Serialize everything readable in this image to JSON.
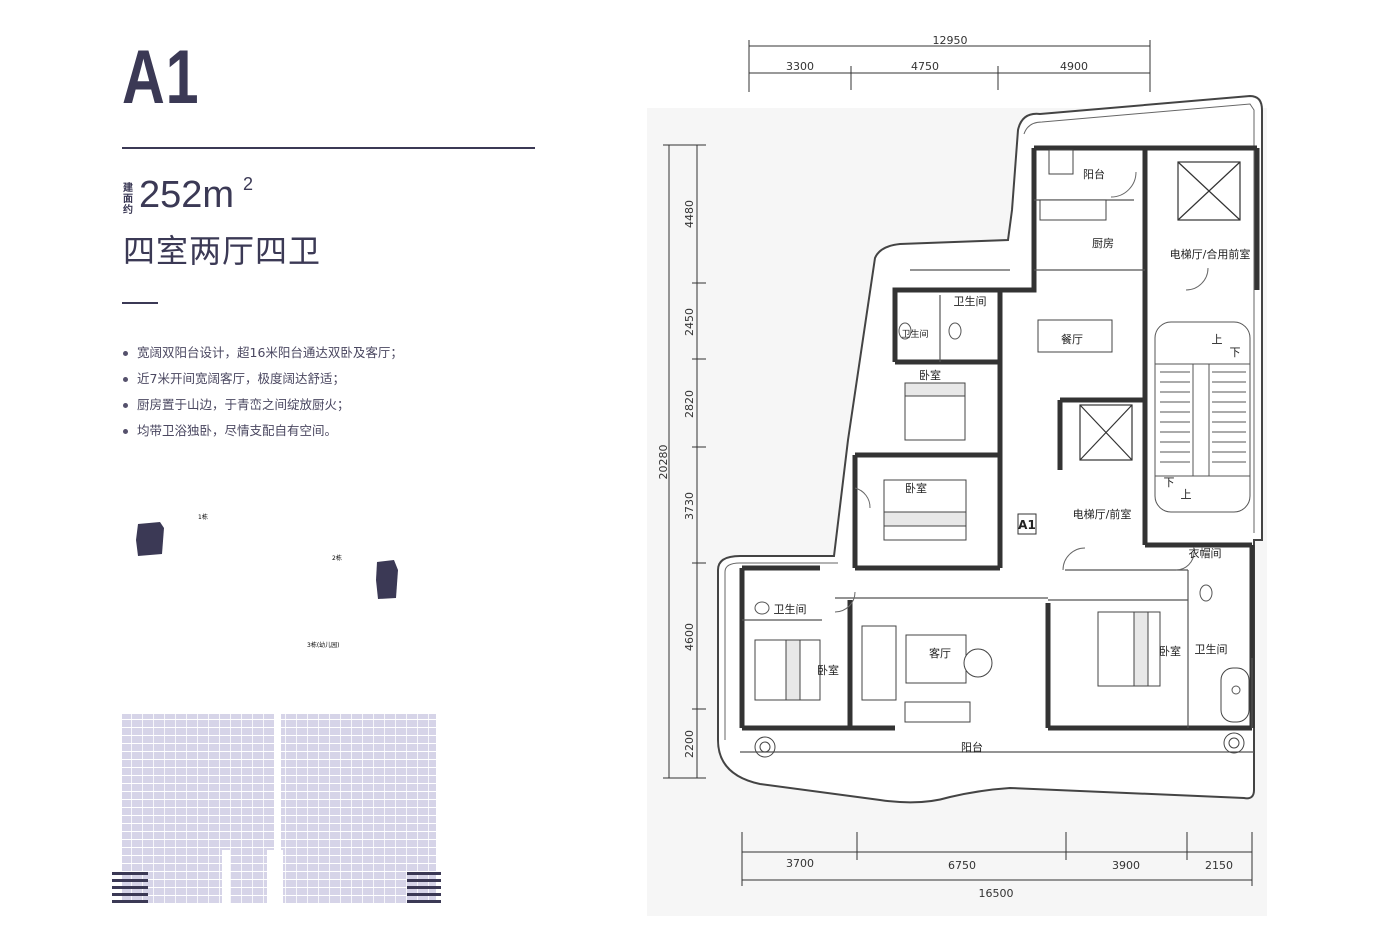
{
  "header": {
    "unit_code": "A1",
    "area_prefix": "建面约",
    "area_value": "252m",
    "area_superscript": "2",
    "layout_type": "四室两厅四卫"
  },
  "features": [
    "宽阔双阳台设计，超16米阳台通达双卧及客厅；",
    "近7米开间宽阔客厅，极度阔达舒适；",
    "厨房置于山边，于青峦之间绽放厨火；",
    "均带卫浴独卧，尽情支配自有空间。"
  ],
  "site_map": {
    "building_1": "1栋",
    "building_2": "2栋",
    "building_3": "3栋(幼儿园)"
  },
  "floor_plan": {
    "unit_label": "A1",
    "top_total": "12950",
    "top_segments": [
      "3300",
      "4750",
      "4900"
    ],
    "left_total": "20280",
    "left_segments": [
      "4480",
      "2450",
      "2820",
      "3730",
      "4600",
      "2200"
    ],
    "bottom_total": "16500",
    "bottom_segments": [
      "3700",
      "6750",
      "3900",
      "2150"
    ],
    "rooms": {
      "balcony_top": "阳台",
      "kitchen": "厨房",
      "elevator_hall_shared": "电梯厅/合用前室",
      "bath_a": "卫生间",
      "bath_b": "卫生间",
      "dining": "餐厅",
      "bedroom_1": "卧室",
      "bedroom_2": "卧室",
      "elevator_hall": "电梯厅/前室",
      "cloakroom": "衣帽间",
      "bath_c": "卫生间",
      "bedroom_3": "卧室",
      "living": "客厅",
      "bedroom_4": "卧室",
      "bath_d": "卫生间",
      "balcony_bottom": "阳台",
      "stair_up_1": "上",
      "stair_down_1": "下",
      "stair_down_2": "下",
      "stair_up_2": "上"
    }
  },
  "colors": {
    "brand": "#3b3955",
    "site_fill": "#d8d6e8",
    "wall": "#333333"
  }
}
